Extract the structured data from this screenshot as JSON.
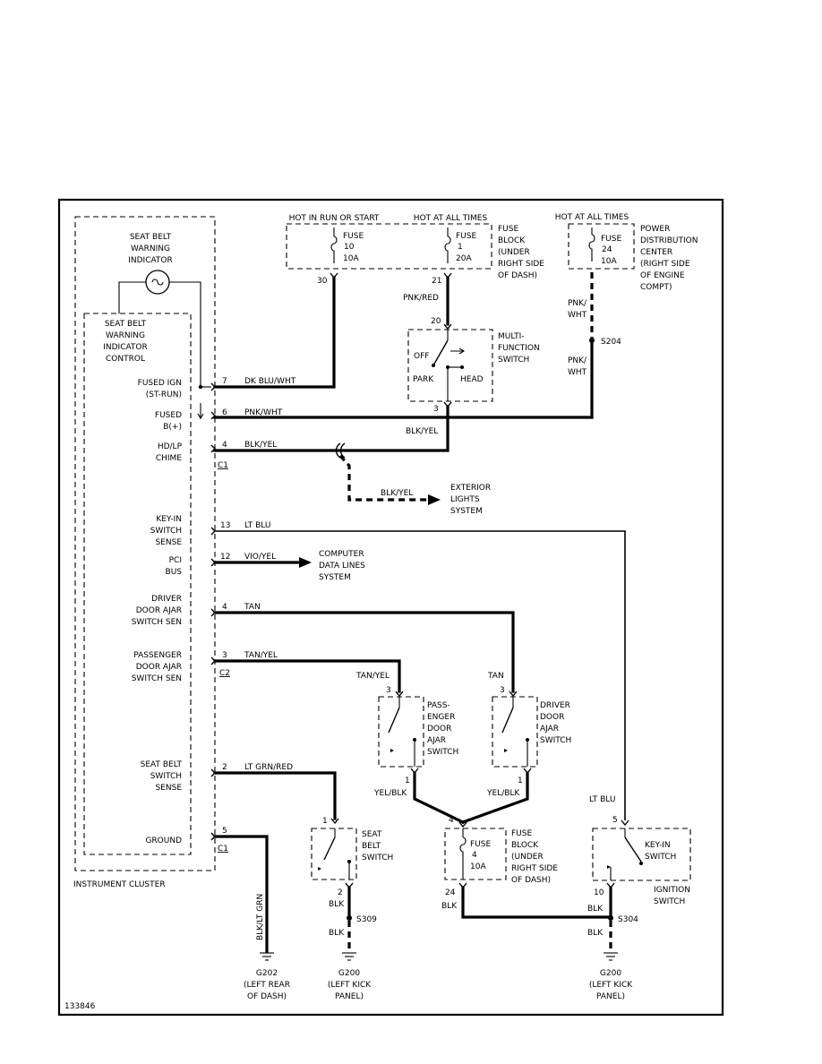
{
  "labels": {
    "hot_run_start": "HOT IN RUN OR START",
    "hot_all_times_a": "HOT AT ALL TIMES",
    "hot_all_times_b": "HOT AT ALL TIMES",
    "indicator": [
      "SEAT BELT",
      "WARNING",
      "INDICATOR"
    ],
    "control": [
      "SEAT BELT",
      "WARNING",
      "INDICATOR",
      "CONTROL"
    ],
    "fuse10": [
      "FUSE",
      "10",
      "10A"
    ],
    "fuse1": [
      "FUSE",
      "1",
      "20A"
    ],
    "fuse24": [
      "FUSE",
      "24",
      "10A"
    ],
    "fuse4": [
      "FUSE",
      "4",
      "10A"
    ],
    "fuse_block_top": [
      "FUSE",
      "BLOCK",
      "(UNDER",
      "RIGHT SIDE",
      "OF DASH)"
    ],
    "fuse_block_bottom": [
      "FUSE",
      "BLOCK",
      "(UNDER",
      "RIGHT SIDE",
      "OF DASH)"
    ],
    "pdc": [
      "POWER",
      "DISTRIBUTION",
      "CENTER",
      "(RIGHT SIDE",
      "OF ENGINE",
      "COMPT)"
    ],
    "multifunction": [
      "MULTI-",
      "FUNCTION",
      "SWITCH"
    ],
    "mf_off": "OFF",
    "mf_park": "PARK",
    "mf_head": "HEAD",
    "pin_inputs": [
      [
        "FUSED IGN",
        "(ST-RUN)"
      ],
      [
        "FUSED",
        "B(+)"
      ],
      [
        "HD/LP",
        "CHIME"
      ],
      [
        "KEY-IN",
        "SWITCH",
        "SENSE"
      ],
      [
        "PCI",
        "BUS"
      ],
      [
        "DRIVER",
        "DOOR AJAR",
        "SWITCH SEN"
      ],
      [
        "PASSENGER",
        "DOOR AJAR",
        "SWITCH SEN"
      ],
      [
        "SEAT BELT",
        "SWITCH",
        "SENSE"
      ],
      [
        "GROUND"
      ]
    ],
    "wires": {
      "dk_blu_wht": "DK BLU/WHT",
      "pnk_wht": "PNK/WHT",
      "blk_yel": "BLK/YEL",
      "blk_yel_right": "BLK/YEL",
      "blk_yel_ext": "BLK/YEL",
      "lt_blu": "LT BLU",
      "lt_blu_b": "LT BLU",
      "vio_yel": "VIO/YEL",
      "tan": "TAN",
      "tan_b": "TAN",
      "tan_yel": "TAN/YEL",
      "tan_yel_b": "TAN/YEL",
      "lt_grn_red": "LT GRN/RED",
      "pnk_red": "PNK/RED",
      "pnk_wht_a": [
        "PNK/",
        "WHT"
      ],
      "pnk_wht_b": [
        "PNK/",
        "WHT"
      ],
      "yel_blk_a": "YEL/BLK",
      "yel_blk_b": "YEL/BLK",
      "blk_lt_grn": "BLK/LT GRN",
      "blk_a": "BLK",
      "blk_b": "BLK",
      "blk_c": "BLK",
      "blk_d": "BLK",
      "blk_e": "BLK"
    },
    "pins": {
      "p30": "30",
      "p21": "21",
      "p20": "20",
      "p3": "3",
      "p7": "7",
      "p6": "6",
      "p4a": "4",
      "p13": "13",
      "p12": "12",
      "p4b": "4",
      "p3c": "3",
      "p2": "2",
      "p5": "5",
      "p3pass": "3",
      "p3drv": "3",
      "p1pass": "1",
      "p1drv": "1",
      "p1sb": "1",
      "p2sb": "2",
      "p4fuse": "4",
      "p24": "24",
      "p5ign": "5",
      "p10": "10"
    },
    "connectors": {
      "c1a": "C1",
      "c2": "C2",
      "c1b": "C1"
    },
    "splices": {
      "s204": "S204",
      "s309": "S309",
      "s304": "S304"
    },
    "exterior": [
      "EXTERIOR",
      "LIGHTS",
      "SYSTEM"
    ],
    "computer": [
      "COMPUTER",
      "DATA LINES",
      "SYSTEM"
    ],
    "pass_door": [
      "PASS-",
      "ENGER",
      "DOOR",
      "AJAR",
      "SWITCH"
    ],
    "drv_door": [
      "DRIVER",
      "DOOR",
      "AJAR",
      "SWITCH"
    ],
    "seatbelt_sw": [
      "SEAT",
      "BELT",
      "SWITCH"
    ],
    "keyin": [
      "KEY-IN",
      "SWITCH"
    ],
    "ignition": [
      "IGNITION",
      "SWITCH"
    ],
    "instrument_cluster": "INSTRUMENT CLUSTER",
    "g202": [
      "G202",
      "(LEFT REAR",
      "OF DASH)"
    ],
    "g200a": [
      "G200",
      "(LEFT KICK",
      "PANEL)"
    ],
    "g200b": [
      "G200",
      "(LEFT KICK",
      "PANEL)"
    ],
    "fig_number": "133846"
  }
}
